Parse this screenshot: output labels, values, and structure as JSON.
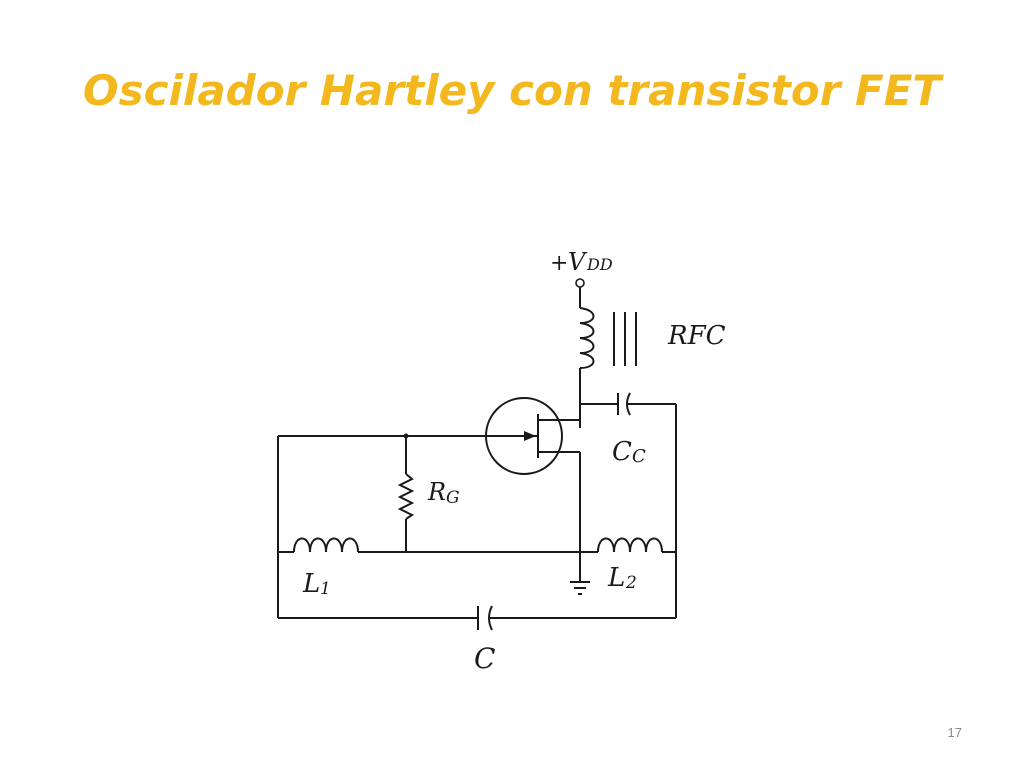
{
  "slide": {
    "title": "Oscilador Hartley con transistor FET",
    "page_number": "17"
  },
  "circuit": {
    "labels": {
      "vdd_plus": "+",
      "vdd_main": "V",
      "vdd_sub": "DD",
      "rfc": "RFC",
      "cc_main": "C",
      "cc_sub": "C",
      "rg_main": "R",
      "rg_sub": "G",
      "l1_main": "L",
      "l1_sub": "1",
      "l2_main": "L",
      "l2_sub": "2",
      "c": "C"
    }
  }
}
